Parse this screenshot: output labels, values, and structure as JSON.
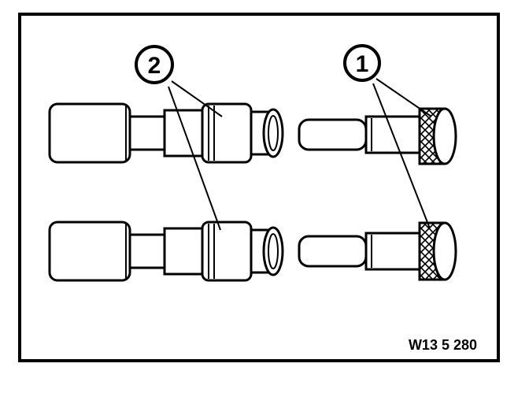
{
  "callouts": {
    "label_1": "1",
    "label_2": "2"
  },
  "figure_code": "W13 5 280",
  "colors": {
    "ink": "#000000",
    "paper": "#ffffff"
  }
}
